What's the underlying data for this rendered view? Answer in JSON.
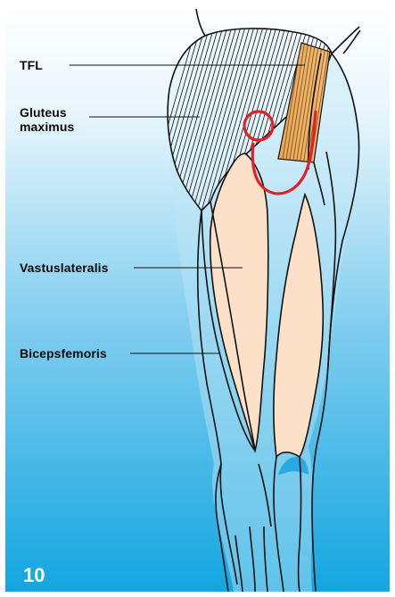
{
  "figure": {
    "number": "10",
    "labels": {
      "tfl": "TFL",
      "gluteus_line1": "Gluteus",
      "gluteus_line2": "maximus",
      "vastus": "Vastuslateralis",
      "biceps": "Bicepsfemoris"
    },
    "colors": {
      "background_top": "#ffffff",
      "background_bottom": "#1aa7de",
      "muscle_fill": "#fde0c8",
      "tfl_fill": "#e8a85a",
      "highlight": "#e3202a",
      "outline": "#111111",
      "figure_number": "#ffffff"
    },
    "icons": [
      "thigh-anatomy-illustration"
    ]
  }
}
